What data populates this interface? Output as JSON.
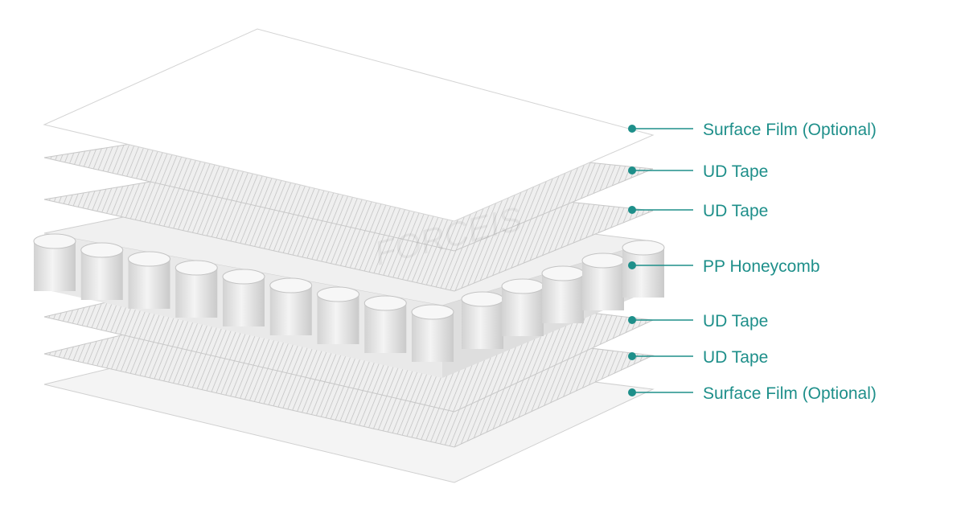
{
  "colors": {
    "accent": "#1e8f8a",
    "film": "#ffffff",
    "film_edge": "#cfcfcf",
    "tape_light": "#ececec",
    "tape_line": "#b8b8b8",
    "honeycomb_tube": "#e6e6e6",
    "honeycomb_shade": "#c9c9c9"
  },
  "layers": [
    {
      "label": "Surface Film (Optional)",
      "type": "film"
    },
    {
      "label": "UD Tape",
      "type": "ud-tape"
    },
    {
      "label": "UD Tape",
      "type": "ud-tape"
    },
    {
      "label": "PP Honeycomb",
      "type": "honeycomb"
    },
    {
      "label": "UD Tape",
      "type": "ud-tape"
    },
    {
      "label": "UD Tape",
      "type": "ud-tape"
    },
    {
      "label": "Surface Film (Optional)",
      "type": "film"
    }
  ],
  "watermark": "FORCEIS"
}
